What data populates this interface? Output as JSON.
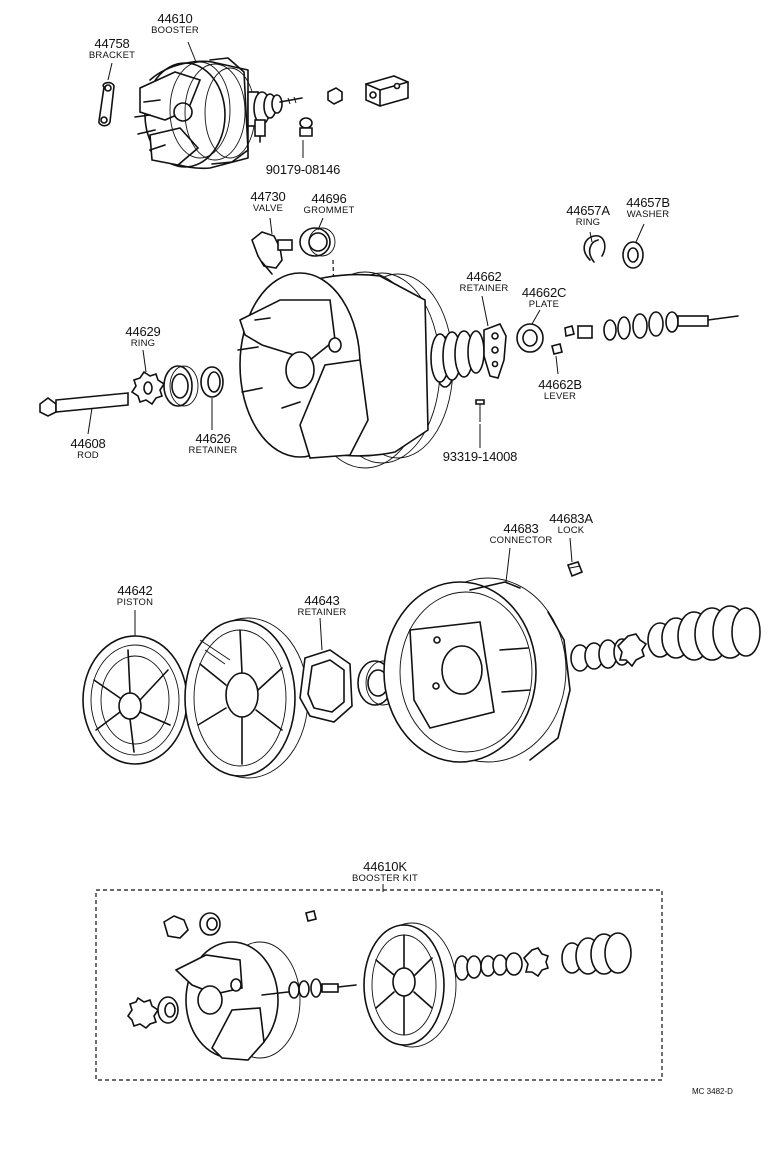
{
  "parts": {
    "p44610": {
      "number": "44610",
      "name": "BOOSTER"
    },
    "p44758": {
      "number": "44758",
      "name": "BRACKET"
    },
    "p90179": {
      "number": "90179-08146"
    },
    "p44730": {
      "number": "44730",
      "name": "VALVE"
    },
    "p44696": {
      "number": "44696",
      "name": "GROMMET"
    },
    "p44657A": {
      "number": "44657A",
      "name": "RING"
    },
    "p44657B": {
      "number": "44657B",
      "name": "WASHER"
    },
    "p44662": {
      "number": "44662",
      "name": "RETAINER"
    },
    "p44662C": {
      "number": "44662C",
      "name": "PLATE"
    },
    "p44629": {
      "number": "44629",
      "name": "RING"
    },
    "p44662B": {
      "number": "44662B",
      "name": "LEVER"
    },
    "p44608": {
      "number": "44608",
      "name": "ROD"
    },
    "p44626": {
      "number": "44626",
      "name": "RETAINER"
    },
    "p93319": {
      "number": "93319-14008"
    },
    "p44683": {
      "number": "44683",
      "name": "CONNECTOR"
    },
    "p44683A": {
      "number": "44683A",
      "name": "LOCK"
    },
    "p44642": {
      "number": "44642",
      "name": "PISTON"
    },
    "p44643": {
      "number": "44643",
      "name": "RETAINER"
    },
    "p44610K": {
      "number": "44610K",
      "name": "BOOSTER KIT"
    }
  },
  "figure_code": "MC 3482-D"
}
